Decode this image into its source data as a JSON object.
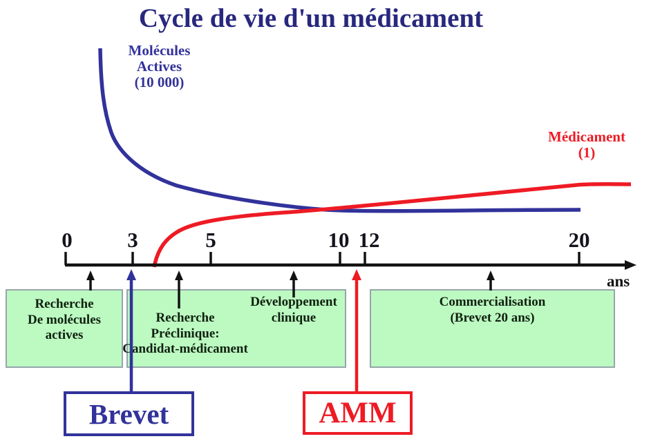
{
  "title": "Cycle de vie d'un médicament",
  "colors": {
    "navy": "#32329b",
    "red": "#ee1b24",
    "black": "#121212",
    "green_fill": "#bcfac2",
    "green_border": "#96a5ab"
  },
  "curves": {
    "molecules": {
      "label": "Molécules\nActives\n(10 000)",
      "start_count": "10 000"
    },
    "medicament": {
      "label": "Médicament\n(1)",
      "end_count": "1"
    }
  },
  "axis": {
    "unit": "ans",
    "ticks": [
      {
        "label": "0"
      },
      {
        "label": "3"
      },
      {
        "label": "5"
      },
      {
        "label": "10"
      },
      {
        "label": "12"
      },
      {
        "label": "20"
      }
    ]
  },
  "phases": [
    {
      "label": "Recherche\nDe molécules\nactives"
    },
    {
      "label": "Recherche\nPréclinique:\nCandidat-médicament"
    },
    {
      "label": "Développement\nclinique"
    },
    {
      "label": "Commercialisation\n(Brevet 20 ans)"
    }
  ],
  "milestones": [
    {
      "label": "Brevet",
      "year": "3"
    },
    {
      "label": "AMM",
      "year": "12"
    }
  ],
  "chart_data": {
    "type": "line",
    "title": "Cycle de vie d'un médicament",
    "xlabel": "ans",
    "x_ticks": [
      0,
      3,
      5,
      10,
      12,
      20
    ],
    "series": [
      {
        "name": "Molécules Actives (10 000)",
        "color": "#32329b",
        "shape": "decreasing from 10 000 molecules, steep drop then plateau"
      },
      {
        "name": "Médicament (1)",
        "color": "#ee1b24",
        "shape": "starts near year 3-4, rises then plateaus at 1 médicament"
      }
    ],
    "annotations": [
      "Brevet at year 3",
      "AMM at year 12"
    ]
  }
}
